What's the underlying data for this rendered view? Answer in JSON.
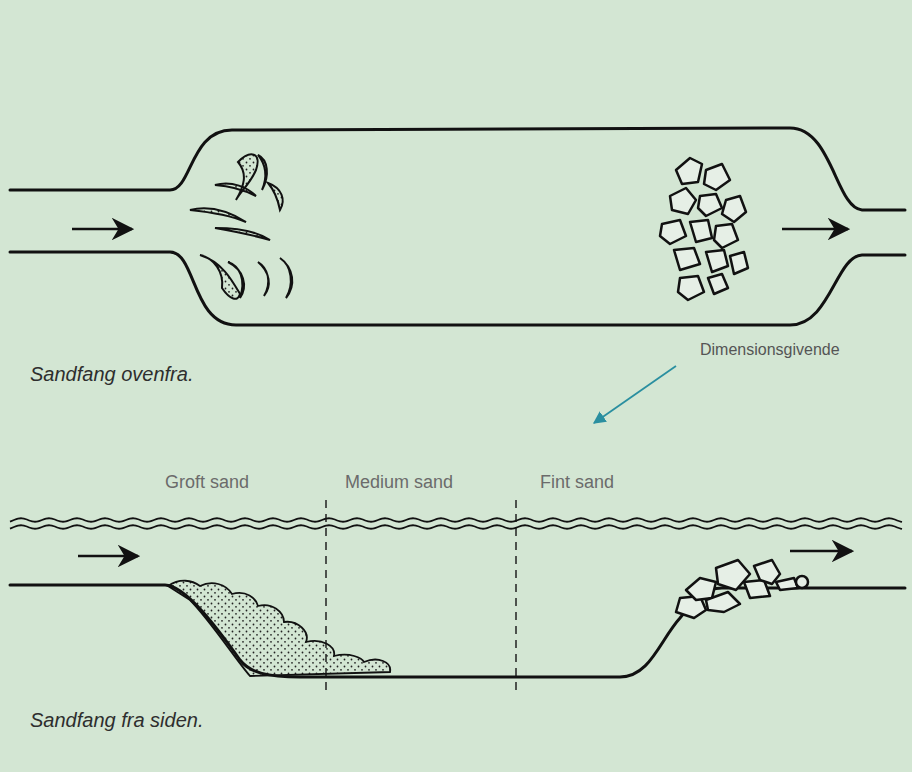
{
  "diagram": {
    "labels": [
      "Sandfang ovenfra.",
      "Dimensionsgivende",
      "Groft sand",
      "Medium sand",
      "Fint sand",
      "Sandfang fra siden."
    ]
  }
}
